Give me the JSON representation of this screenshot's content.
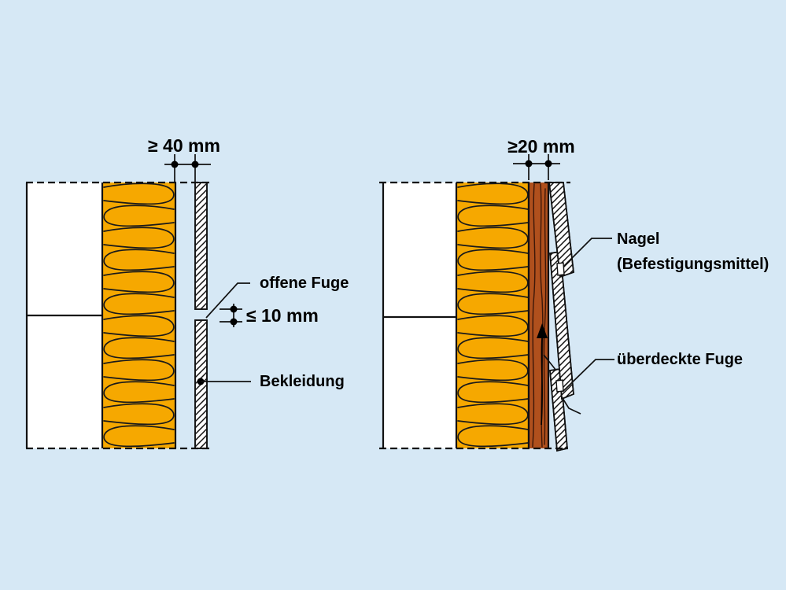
{
  "colors": {
    "background": "#d6e8f5",
    "insulation": "#f6a800",
    "batten_wood": "#b0501d",
    "board_fill": "#ffffff",
    "line": "#000000"
  },
  "left_diagram": {
    "top_dimension_label": "≥ 40 mm",
    "open_joint_label": "offene Fuge",
    "joint_gap_dimension_label": "≤ 10 mm",
    "cladding_label": "Bekleidung"
  },
  "right_diagram": {
    "top_dimension_label": "≥20 mm",
    "nail_label_line1": "Nagel",
    "nail_label_line2": "(Befestigungsmittel)",
    "covered_joint_label": "überdeckte Fuge"
  }
}
